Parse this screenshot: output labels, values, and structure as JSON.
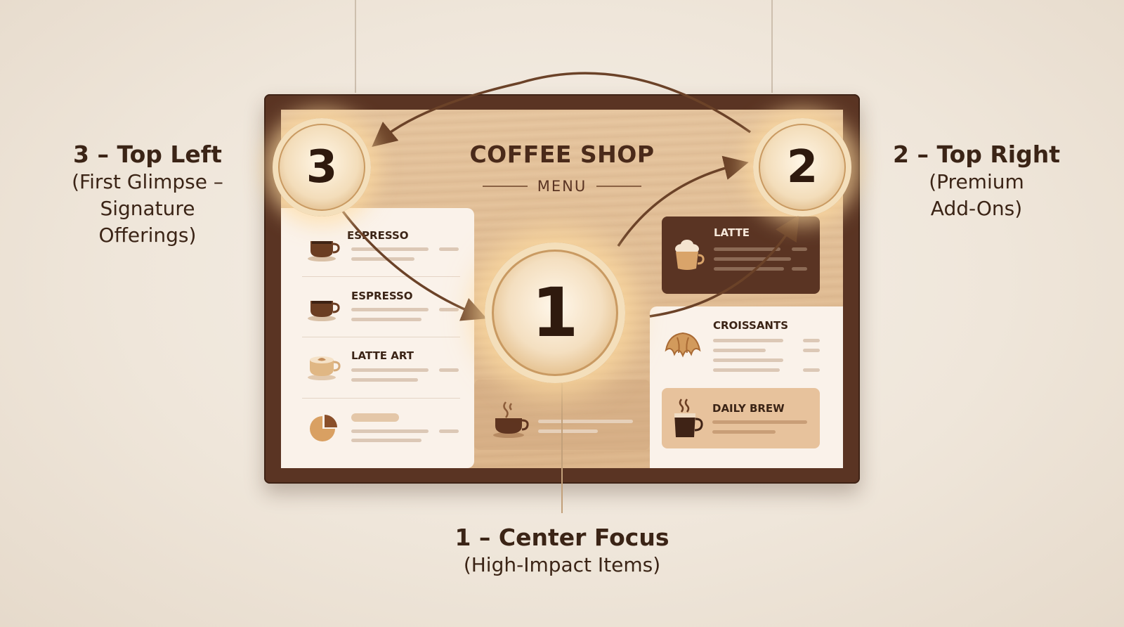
{
  "menu_board": {
    "title": "COFFEE SHOP",
    "subtitle": "MENU",
    "left_items": [
      {
        "label": "ESPRESSO",
        "icon": "coffee-cup-icon"
      },
      {
        "label": "ESPRESSO",
        "icon": "coffee-cup-icon"
      },
      {
        "label": "LATTE ART",
        "icon": "latte-art-cup-icon"
      },
      {
        "label": "",
        "icon": "pastry-icon"
      }
    ],
    "center_item": {
      "icon": "steaming-cup-icon"
    },
    "right_items": [
      {
        "label": "LATTE",
        "icon": "whipped-latte-icon"
      },
      {
        "label": "CROISSANTS",
        "icon": "croissant-icon"
      },
      {
        "label": "DAILY BREW",
        "icon": "brew-mug-icon"
      }
    ]
  },
  "badges": [
    {
      "number": "1"
    },
    {
      "number": "2"
    },
    {
      "number": "3"
    }
  ],
  "callouts": {
    "top_left": {
      "title": "3 – Top Left",
      "desc_lines": [
        "(First Glimpse –",
        "Signature",
        "Offerings)"
      ]
    },
    "top_right": {
      "title": "2 – Top Right",
      "desc_lines": [
        "(Premium",
        "Add-Ons)"
      ]
    },
    "center": {
      "title": "1 – Center Focus",
      "desc_lines": [
        "(High-Impact Items)"
      ]
    }
  },
  "colors": {
    "frame": "#5a3423",
    "wood": "#deb88e",
    "panel": "#faf2ea",
    "glow": "#f4dfc0",
    "text": "#3b2416"
  }
}
